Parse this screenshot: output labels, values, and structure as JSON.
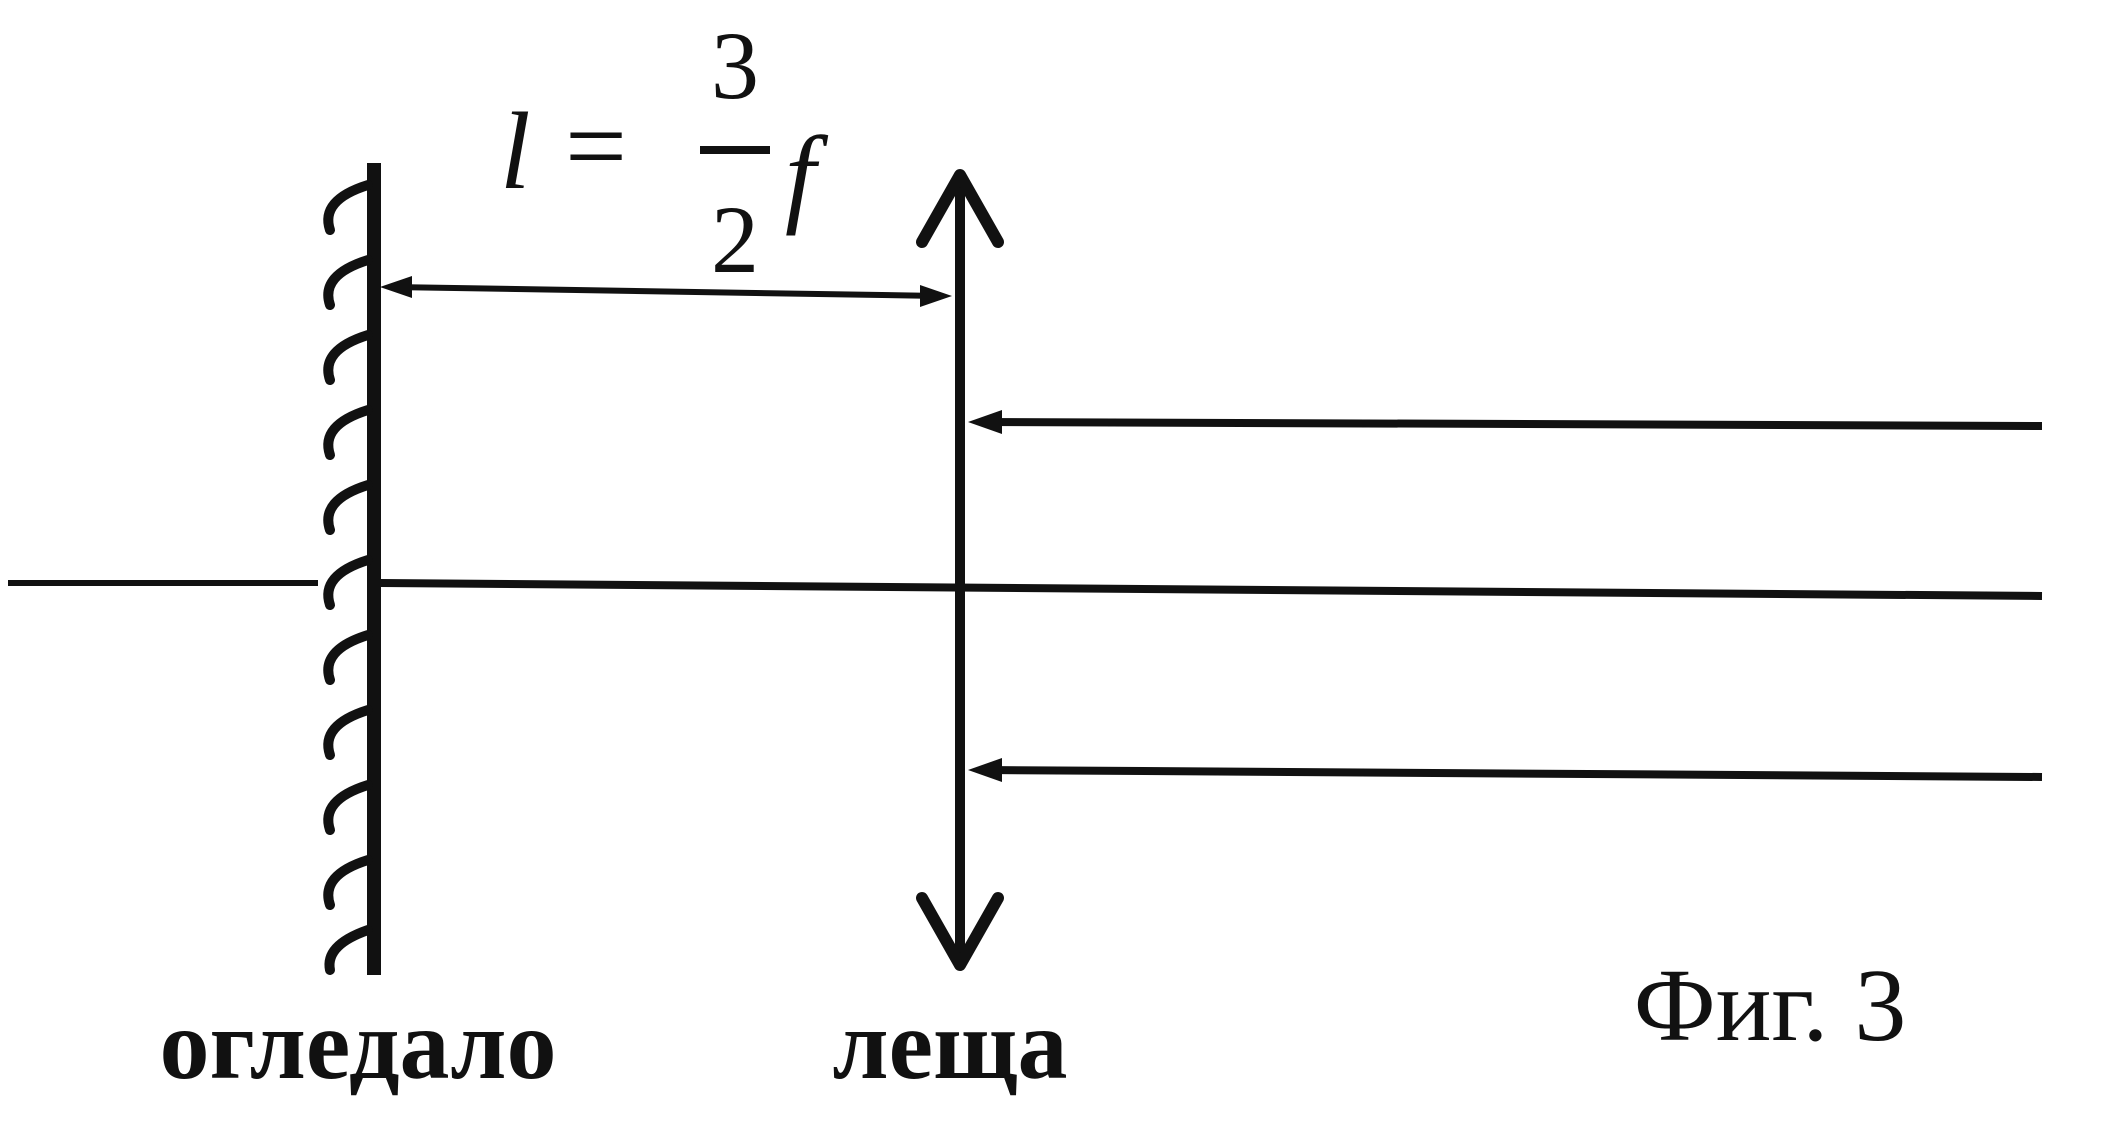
{
  "diagram": {
    "formula": {
      "lhs": "l",
      "equals": "=",
      "numerator": "3",
      "denominator": "2",
      "rhs": "f"
    },
    "labels": {
      "mirror": "огледало",
      "lens": "леща",
      "figure": "Фиг. 3"
    },
    "colors": {
      "ink": "#111111",
      "background": "#ffffff"
    },
    "icons": {
      "mirror": "hatched-mirror-icon",
      "lens": "converging-lens-icon",
      "ray_arrow": "arrowhead-icon"
    }
  }
}
